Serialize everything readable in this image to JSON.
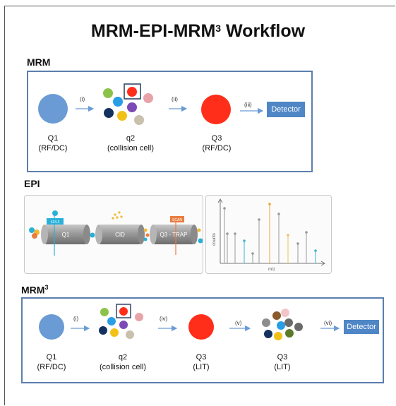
{
  "title_main": "MRM-EPI-MRM",
  "title_sup": "3",
  "title_tail": " Workflow",
  "sections": {
    "mrm": "MRM",
    "epi": "EPI",
    "mrm3": "MRM",
    "mrm3_sup": "3"
  },
  "mrm": {
    "steps": [
      "(i)",
      "(ii)",
      "(iii)"
    ],
    "detector": "Detector",
    "captions": [
      {
        "name": "Q1",
        "sub": "(RF/DC)"
      },
      {
        "name": "q2",
        "sub": "(collision cell)"
      },
      {
        "name": "Q3",
        "sub": "(RF/DC)"
      }
    ]
  },
  "epi": {
    "quads": [
      "Q1",
      "CID",
      "Q3 - TRAP"
    ],
    "q1_tag": "424.3",
    "scan_tag": "SCAN",
    "spectrum": {
      "ylabel": "counts",
      "xlabel": "m/z"
    }
  },
  "mrm3": {
    "steps": [
      "(i)",
      "(iv)",
      "(v)",
      "(vi)"
    ],
    "detector": "Detector",
    "captions": [
      {
        "name": "Q1",
        "sub": "(RF/DC)"
      },
      {
        "name": "q2",
        "sub": "(collision cell)"
      },
      {
        "name": "Q3",
        "sub": "(LIT)"
      },
      {
        "name": "Q3",
        "sub": "(LIT)"
      }
    ]
  },
  "colors": {
    "accent_blue": "#4f86c6",
    "q1_ion": "#6a9bd4",
    "selected_red": "#ff2e1a",
    "panel_border": "#5b7fae"
  }
}
